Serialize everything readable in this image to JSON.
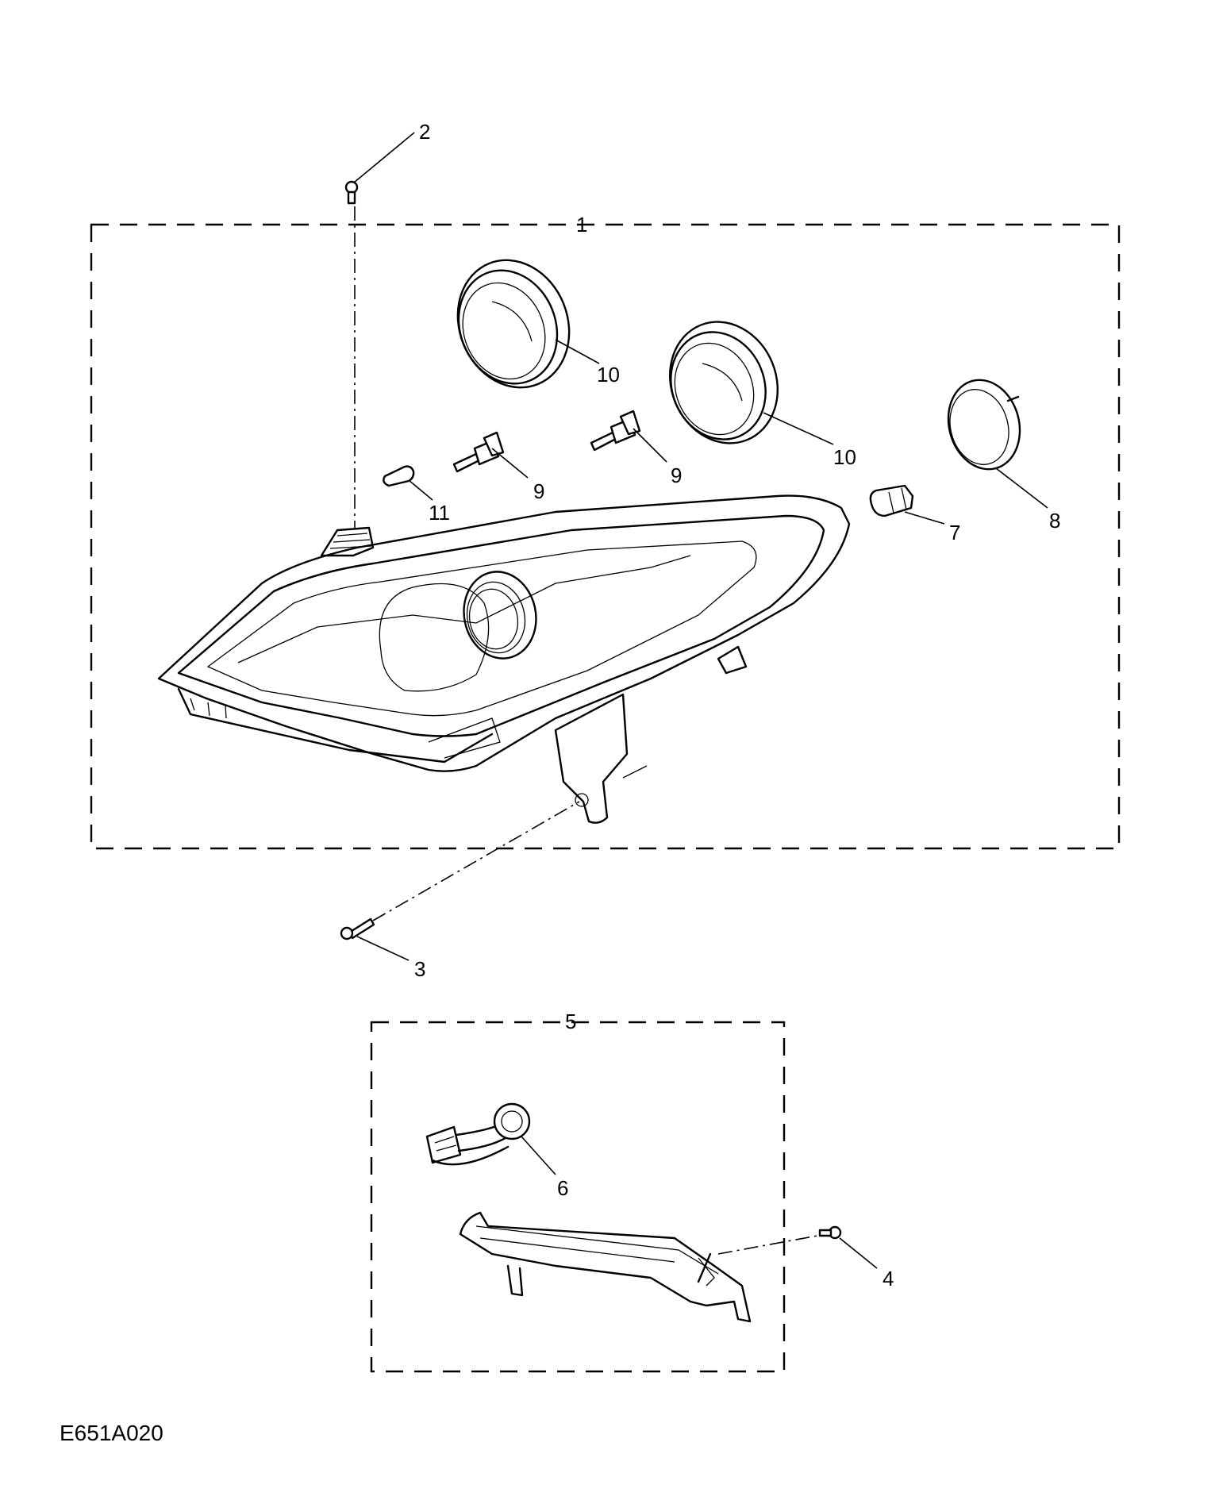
{
  "figure_code": "E651A020",
  "callouts": {
    "c1": "1",
    "c2": "2",
    "c3": "3",
    "c4": "4",
    "c5": "5",
    "c6": "6",
    "c7": "7",
    "c8": "8",
    "c9a": "9",
    "c9b": "9",
    "c10a": "10",
    "c10b": "10",
    "c11": "11"
  }
}
